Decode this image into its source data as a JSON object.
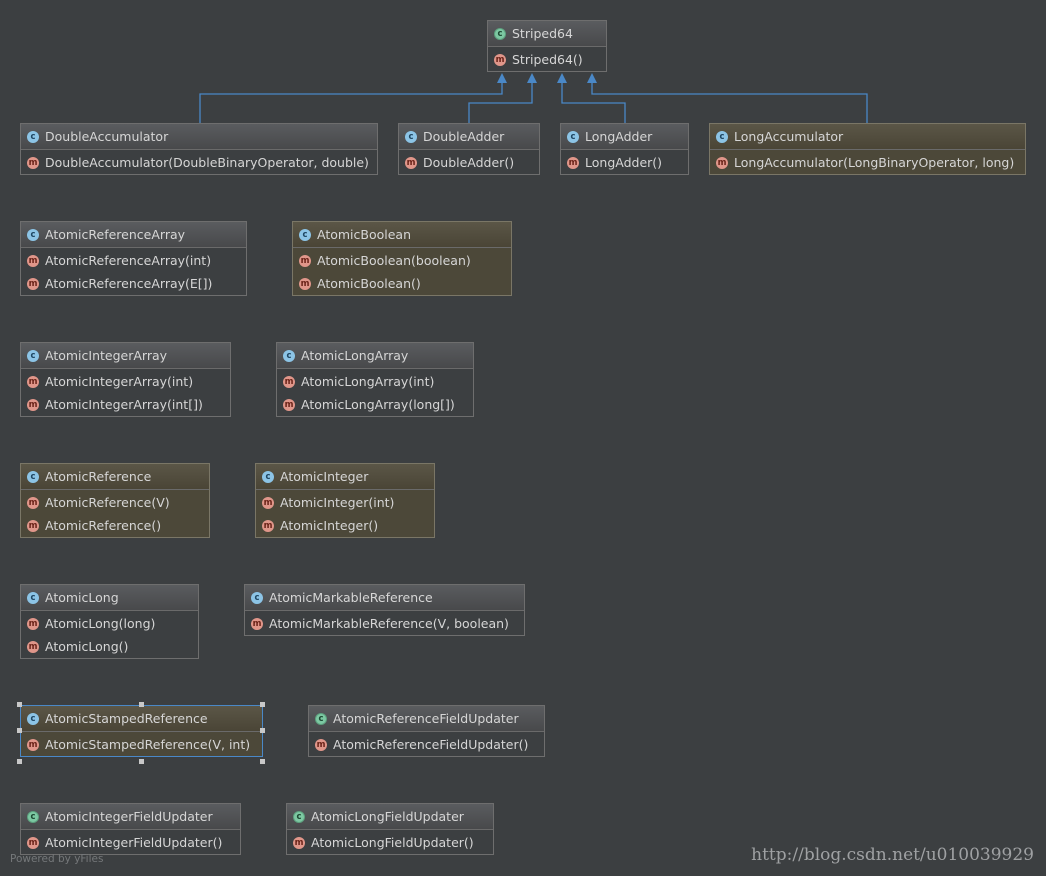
{
  "colors": {
    "background": "#3c3f41",
    "edge": "#4a88c7",
    "class_badge": "#8cc4e6",
    "abstract_badge": "#7cc8a2",
    "method_badge": "#e0968a"
  },
  "nodes": [
    {
      "id": "striped64",
      "kind": "abstract-class",
      "icon": "abstract-class-icon",
      "title": "Striped64",
      "style": "default",
      "methods": [
        "Striped64()"
      ]
    },
    {
      "id": "double-accumulator",
      "kind": "class",
      "icon": "class-icon",
      "title": "DoubleAccumulator",
      "style": "default",
      "methods": [
        "DoubleAccumulator(DoubleBinaryOperator, double)"
      ]
    },
    {
      "id": "double-adder",
      "kind": "class",
      "icon": "class-icon",
      "title": "DoubleAdder",
      "style": "default",
      "methods": [
        "DoubleAdder()"
      ]
    },
    {
      "id": "long-adder",
      "kind": "class",
      "icon": "class-icon",
      "title": "LongAdder",
      "style": "default",
      "methods": [
        "LongAdder()"
      ]
    },
    {
      "id": "long-accumulator",
      "kind": "class",
      "icon": "class-icon",
      "title": "LongAccumulator",
      "style": "tan",
      "methods": [
        "LongAccumulator(LongBinaryOperator, long)"
      ]
    },
    {
      "id": "atomic-reference-array",
      "kind": "class",
      "icon": "class-icon",
      "title": "AtomicReferenceArray",
      "style": "default",
      "methods": [
        "AtomicReferenceArray(int)",
        "AtomicReferenceArray(E[])"
      ]
    },
    {
      "id": "atomic-boolean",
      "kind": "class",
      "icon": "class-icon",
      "title": "AtomicBoolean",
      "style": "tan",
      "methods": [
        "AtomicBoolean(boolean)",
        "AtomicBoolean()"
      ]
    },
    {
      "id": "atomic-integer-array",
      "kind": "class",
      "icon": "class-icon",
      "title": "AtomicIntegerArray",
      "style": "default",
      "methods": [
        "AtomicIntegerArray(int)",
        "AtomicIntegerArray(int[])"
      ]
    },
    {
      "id": "atomic-long-array",
      "kind": "class",
      "icon": "class-icon",
      "title": "AtomicLongArray",
      "style": "default",
      "methods": [
        "AtomicLongArray(int)",
        "AtomicLongArray(long[])"
      ]
    },
    {
      "id": "atomic-reference",
      "kind": "class",
      "icon": "class-icon",
      "title": "AtomicReference",
      "style": "tan",
      "methods": [
        "AtomicReference(V)",
        "AtomicReference()"
      ]
    },
    {
      "id": "atomic-integer",
      "kind": "class",
      "icon": "class-icon",
      "title": "AtomicInteger",
      "style": "tan",
      "methods": [
        "AtomicInteger(int)",
        "AtomicInteger()"
      ]
    },
    {
      "id": "atomic-long",
      "kind": "class",
      "icon": "class-icon",
      "title": "AtomicLong",
      "style": "default",
      "methods": [
        "AtomicLong(long)",
        "AtomicLong()"
      ]
    },
    {
      "id": "atomic-markable-reference",
      "kind": "class",
      "icon": "class-icon",
      "title": "AtomicMarkableReference",
      "style": "default",
      "methods": [
        "AtomicMarkableReference(V, boolean)"
      ]
    },
    {
      "id": "atomic-stamped-reference",
      "kind": "class",
      "icon": "class-icon",
      "title": "AtomicStampedReference",
      "style": "tan",
      "selected": true,
      "methods": [
        "AtomicStampedReference(V, int)"
      ]
    },
    {
      "id": "atomic-reference-field-updater",
      "kind": "abstract-class",
      "icon": "abstract-class-icon",
      "title": "AtomicReferenceFieldUpdater",
      "style": "default",
      "methods": [
        "AtomicReferenceFieldUpdater()"
      ]
    },
    {
      "id": "atomic-integer-field-updater",
      "kind": "abstract-class",
      "icon": "abstract-class-icon",
      "title": "AtomicIntegerFieldUpdater",
      "style": "default",
      "methods": [
        "AtomicIntegerFieldUpdater()"
      ]
    },
    {
      "id": "atomic-long-field-updater",
      "kind": "abstract-class",
      "icon": "abstract-class-icon",
      "title": "AtomicLongFieldUpdater",
      "style": "default",
      "methods": [
        "AtomicLongFieldUpdater()"
      ]
    }
  ],
  "edges": [
    {
      "from": "double-accumulator",
      "to": "striped64",
      "type": "extends"
    },
    {
      "from": "double-adder",
      "to": "striped64",
      "type": "extends"
    },
    {
      "from": "long-adder",
      "to": "striped64",
      "type": "extends"
    },
    {
      "from": "long-accumulator",
      "to": "striped64",
      "type": "extends"
    }
  ],
  "footer": {
    "powered_by": "Powered by yFiles",
    "watermark": "http://blog.csdn.net/u010039929"
  }
}
